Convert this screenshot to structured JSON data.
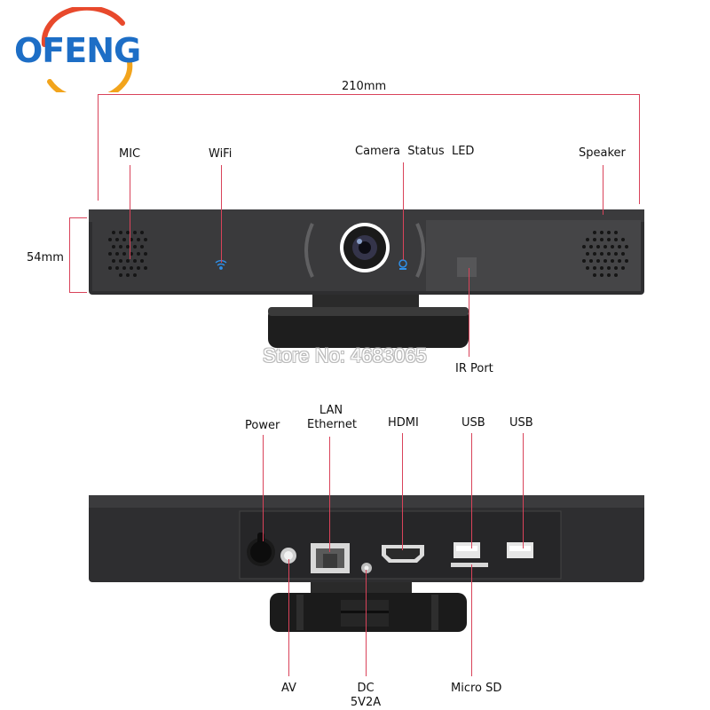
{
  "logo": {
    "text": "OFENG",
    "colors": {
      "ring_left": "#e8492c",
      "ring_right": "#f2a41c",
      "letters": "#1d6ec6"
    }
  },
  "dimensions": {
    "width": "210mm",
    "height": "54mm"
  },
  "front": {
    "labels": {
      "mic": "MIC",
      "wifi": "WiFi",
      "camera_led": "Camera  Status  LED",
      "speaker": "Speaker",
      "ir_port": "IR Port"
    }
  },
  "watermark": "Store No: 4683065",
  "back": {
    "labels": {
      "power": "Power",
      "lan_line1": "LAN",
      "lan_line2": "Ethernet",
      "hdmi": "HDMI",
      "usb1": "USB",
      "usb2": "USB",
      "av": "AV",
      "dc_line1": "DC",
      "dc_line2": "5V2A",
      "micro_sd": "Micro SD"
    }
  },
  "colors": {
    "leader_line": "#d9435a",
    "device_body": "#2b2b2d",
    "wifi_led": "#2f8fe8"
  }
}
